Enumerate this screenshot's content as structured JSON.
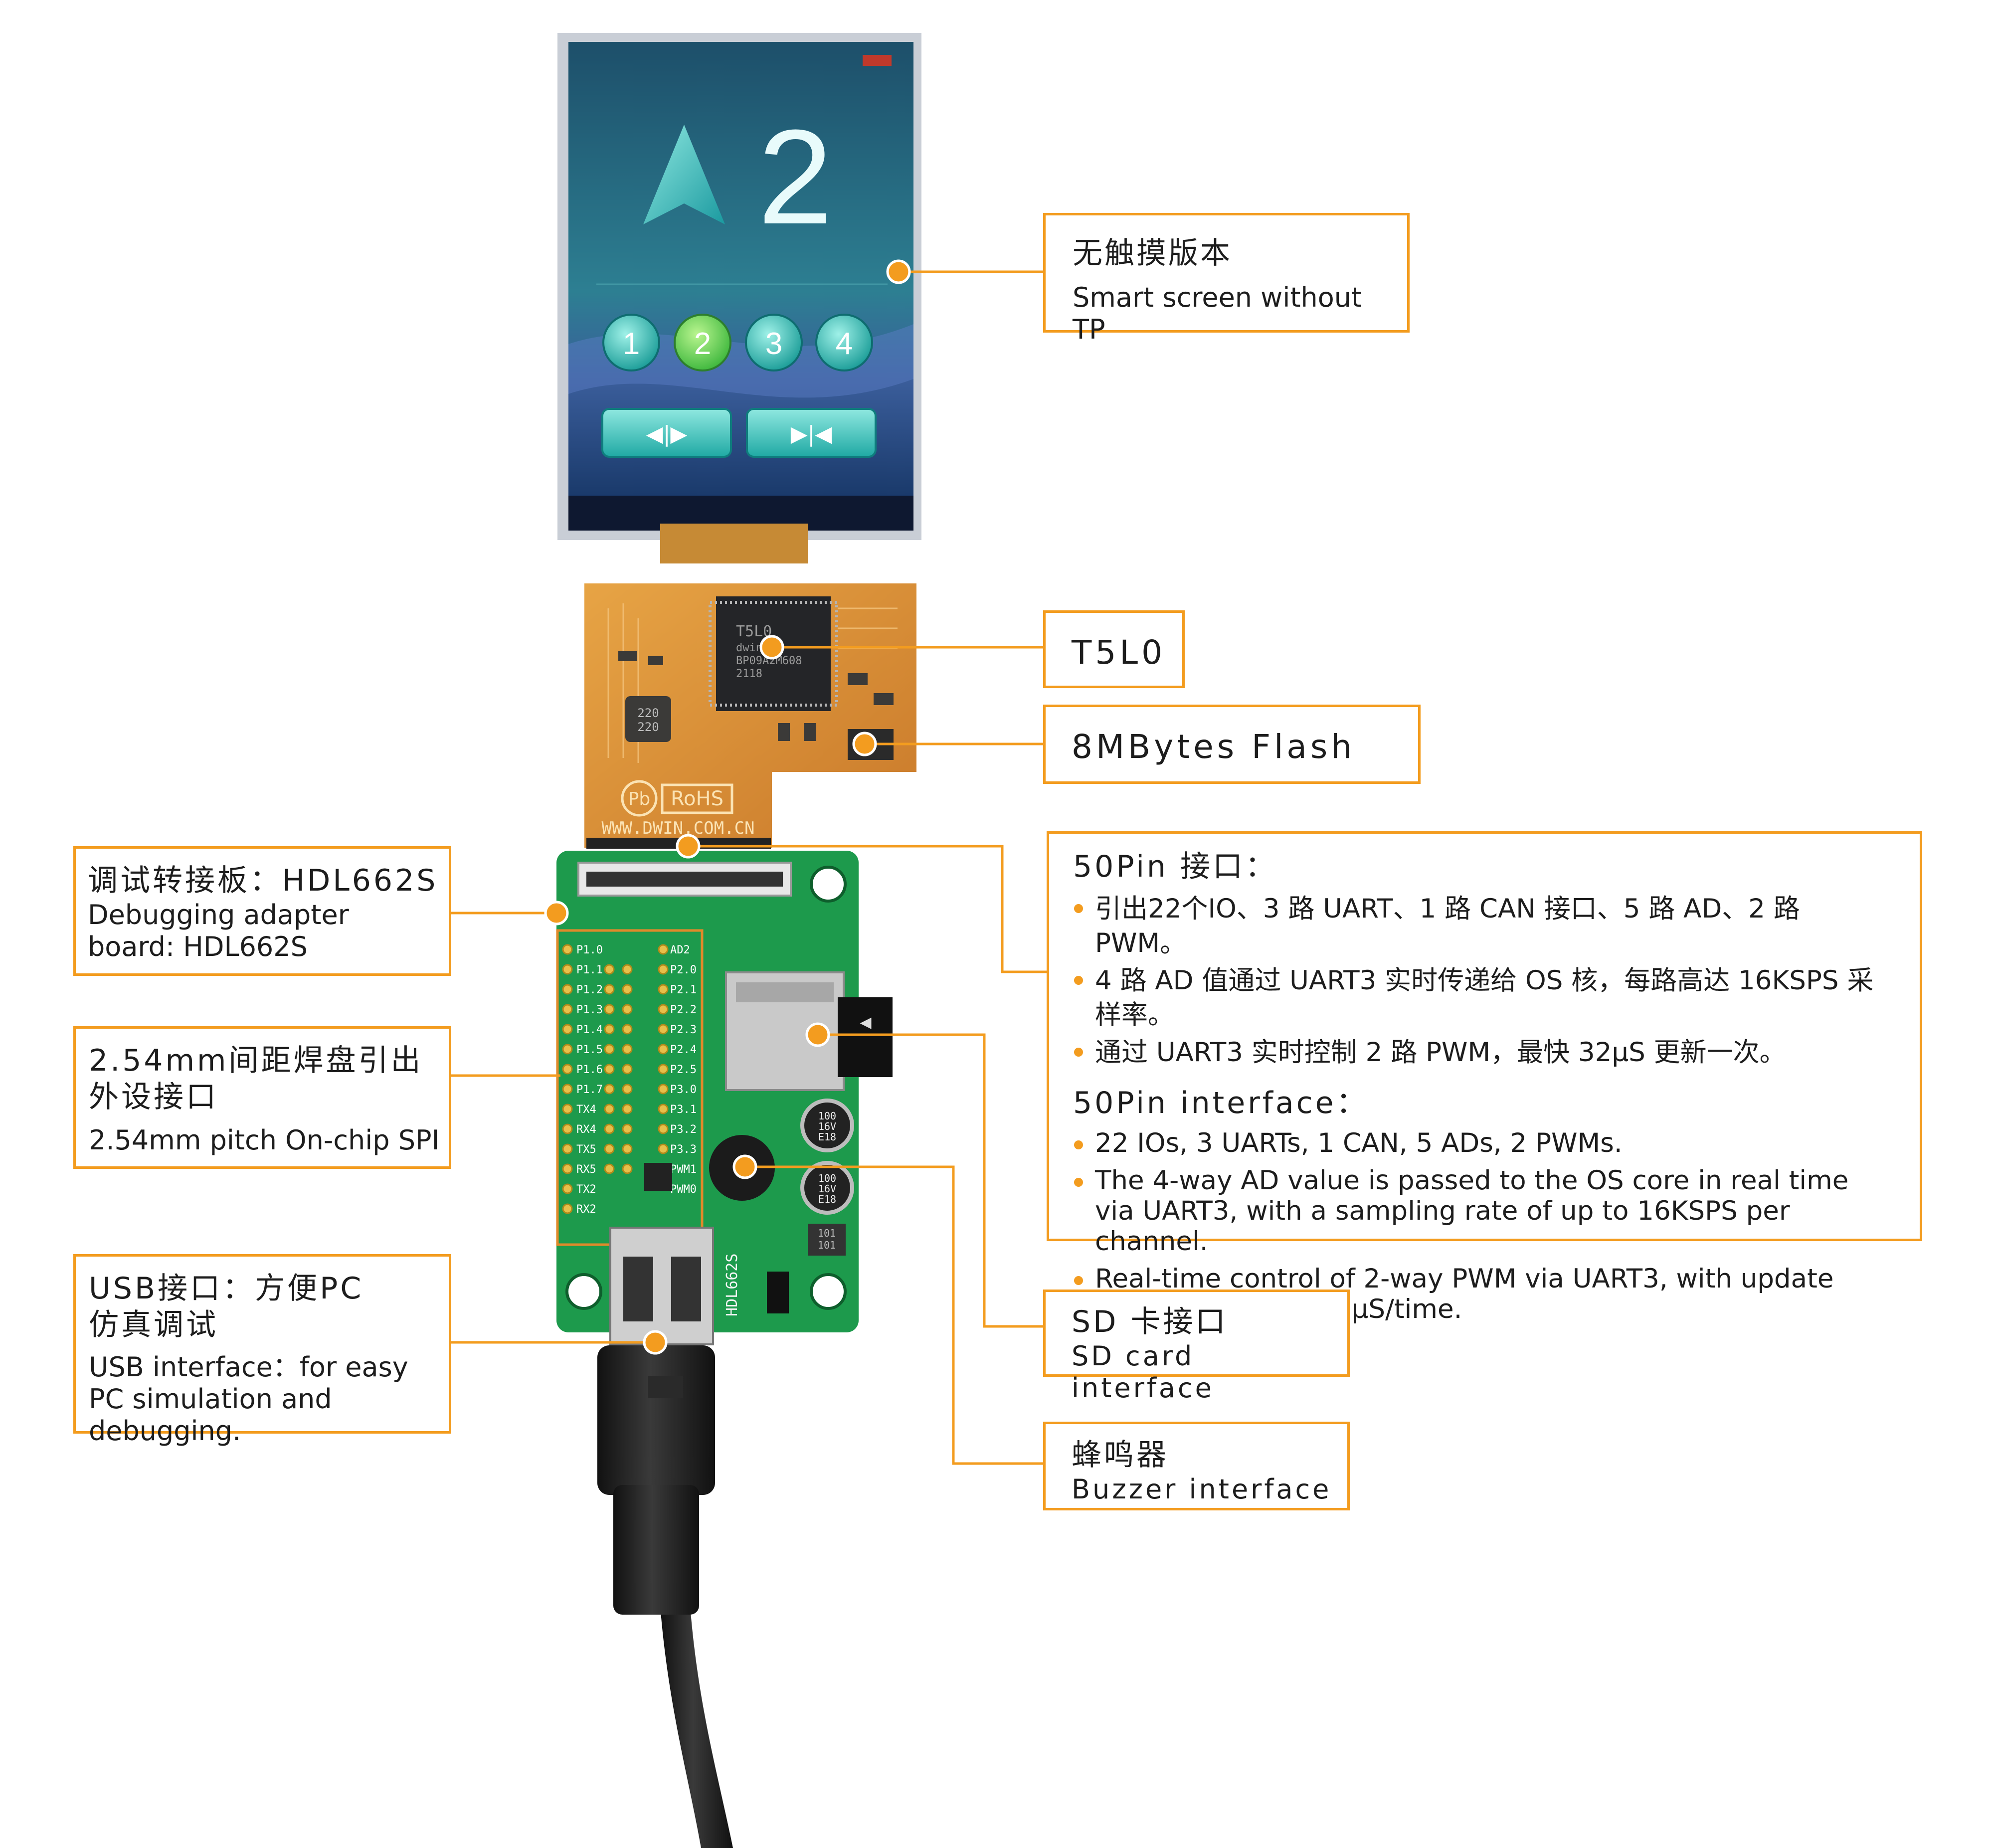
{
  "device": {
    "screen_number": "2",
    "buttons": [
      "1",
      "2",
      "3",
      "4"
    ],
    "selected_button": "2",
    "nav_left_symbol": "◀|▶",
    "nav_right_symbol": "▶|◀",
    "chip_marking": [
      "T5L0",
      "dwin",
      "BP09A2M608",
      "2118"
    ],
    "inductor_marking": [
      "220",
      "220"
    ],
    "fpc_marking": "WWW.DWIN.COM.CN",
    "rohs": "RoHS",
    "pb": "Pb",
    "board_label": "HDL662S",
    "cap_marking": [
      "100",
      "16V",
      "E18"
    ],
    "inductor2_marking": [
      "101",
      "101"
    ],
    "pin_labels_left": [
      "P1.0",
      "P1.1",
      "P1.2",
      "P1.3",
      "P1.4",
      "P1.5",
      "P1.6",
      "P1.7",
      "TX4",
      "RX4",
      "TX5",
      "RX5",
      "TX2",
      "RX2"
    ],
    "pin_labels_right": [
      "AD2",
      "P2.0",
      "P2.1",
      "P2.2",
      "P2.3",
      "P2.4",
      "P2.5",
      "P3.0",
      "P3.1",
      "P3.2",
      "P3.3",
      "PWM1",
      "PWM0"
    ],
    "colors": {
      "callout": "#f39c1f",
      "pcb_green": "#1d9a4c",
      "fpc_orange": "#d98b2a",
      "screen_teal": "#2bb8b0"
    }
  },
  "callouts": {
    "screen": {
      "zh": "无触摸版本",
      "en": "Smart screen without TP"
    },
    "t5l0": {
      "label": "T5L0"
    },
    "flash": {
      "label": "8MBytes Flash"
    },
    "pin50": {
      "zh_title": "50Pin 接口：",
      "zh_items": [
        "引出22个IO、3 路 UART、1 路 CAN 接口、5 路 AD、2 路 PWM。",
        "4 路 AD 值通过 UART3 实时传递给 OS 核，每路高达 16KSPS 采样率。",
        "通过 UART3 实时控制 2 路 PWM，最快 32μS 更新一次。"
      ],
      "en_title": "50Pin interface：",
      "en_items": [
        "22 IOs, 3 UARTs, 1 CAN, 5 ADs, 2 PWMs.",
        "The 4-way AD value is passed to the OS core in real time via UART3, with a sampling rate of up to 16KSPS per channel.",
        "Real-time control of 2-way PWM via UART3, with update speed as fast as 32μS/time."
      ]
    },
    "debug": {
      "zh": "调试转接板：HDL662S",
      "en": "Debugging adapter board: HDL662S"
    },
    "pads": {
      "zh": "2.54mm间距焊盘引出外设接口",
      "en": "2.54mm pitch On-chip SPI"
    },
    "usb": {
      "zh": "USB接口：方便PC仿真调试",
      "en": "USB interface：for easy PC simulation and debugging."
    },
    "sd": {
      "zh": "SD 卡接口",
      "en": "SD card interface"
    },
    "buzzer": {
      "zh": "蜂鸣器",
      "en": "Buzzer interface"
    }
  }
}
